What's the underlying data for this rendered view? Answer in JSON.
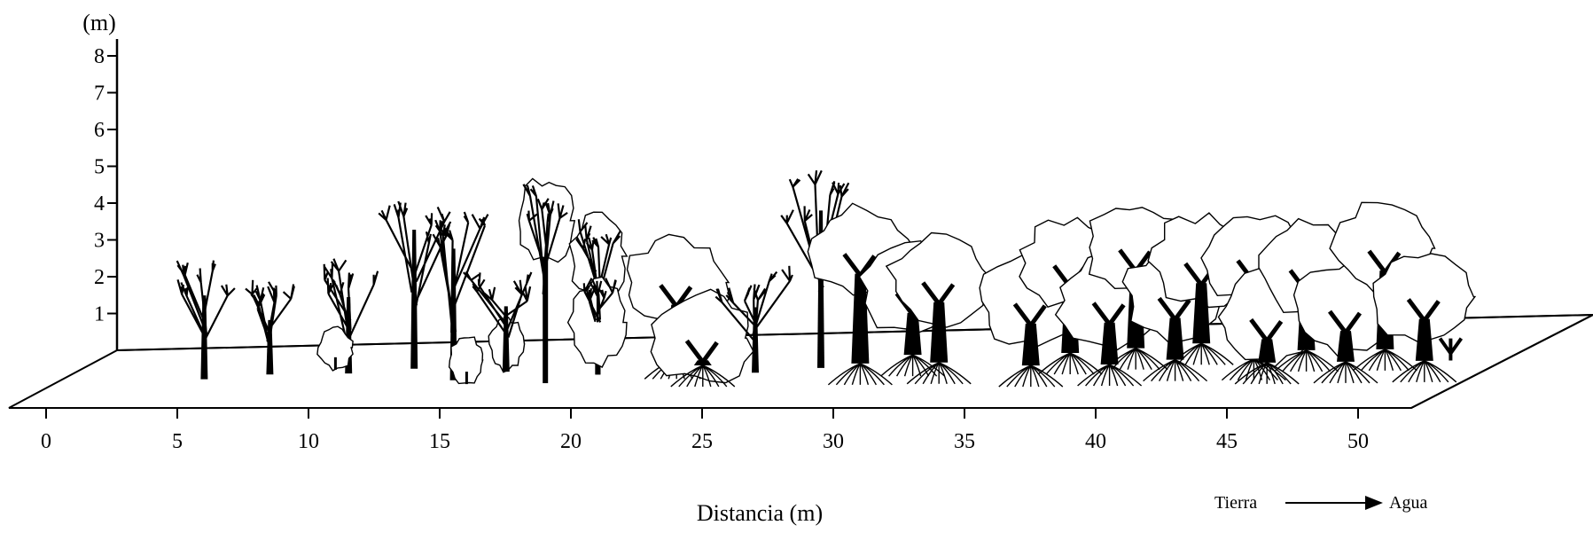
{
  "figure": {
    "y_unit": "(m)",
    "x_label": "Distancia (m)",
    "direction": {
      "from": "Tierra",
      "to": "Agua"
    }
  },
  "axes": {
    "y_ticks": [
      "1",
      "2",
      "3",
      "4",
      "5",
      "6",
      "7",
      "8"
    ],
    "x_ticks": [
      "0",
      "5",
      "10",
      "15",
      "20",
      "25",
      "30",
      "35",
      "40",
      "45",
      "50"
    ],
    "y_range": [
      0,
      8
    ],
    "x_range": [
      0,
      52
    ]
  },
  "vegetation": {
    "style": "line-drawing profile of mangrove and dry-forest trees on a perspective ground strip",
    "plants": [
      {
        "type": "thorny-shrub",
        "x": 4,
        "h": 3.0
      },
      {
        "type": "thorny-shrub",
        "x": 6.5,
        "h": 2.2
      },
      {
        "type": "thorny-shrub",
        "x": 9.5,
        "h": 2.8
      },
      {
        "type": "bush",
        "x": 9,
        "h": 1.2
      },
      {
        "type": "bare-tree",
        "x": 12,
        "h": 4.5
      },
      {
        "type": "bare-tree",
        "x": 13.5,
        "h": 4.3
      },
      {
        "type": "bush",
        "x": 14,
        "h": 1.3
      },
      {
        "type": "bush",
        "x": 15.5,
        "h": 1.5
      },
      {
        "type": "bare-tree",
        "x": 15.5,
        "h": 2.5
      },
      {
        "type": "canopy-tree",
        "x": 17,
        "h": 5.5
      },
      {
        "type": "canopy-tree",
        "x": 19,
        "h": 4.3
      },
      {
        "type": "canopy-tree",
        "x": 19,
        "h": 2.5
      },
      {
        "type": "mangrove",
        "x": 22,
        "h": 3.8
      },
      {
        "type": "mangrove",
        "x": 23,
        "h": 2.5
      },
      {
        "type": "bare-tree",
        "x": 25,
        "h": 2.5
      },
      {
        "type": "bare-tree",
        "x": 27.5,
        "h": 5.0
      },
      {
        "type": "mangrove",
        "x": 29,
        "h": 4.8
      },
      {
        "type": "mangrove",
        "x": 31,
        "h": 3.5
      },
      {
        "type": "mangrove",
        "x": 32,
        "h": 4.0
      },
      {
        "type": "mangrove",
        "x": 35.5,
        "h": 3.5
      },
      {
        "type": "mangrove",
        "x": 37,
        "h": 4.2
      },
      {
        "type": "mangrove",
        "x": 38.5,
        "h": 3.5
      },
      {
        "type": "mangrove",
        "x": 39.5,
        "h": 4.5
      },
      {
        "type": "mangrove",
        "x": 41,
        "h": 3.5
      },
      {
        "type": "mangrove",
        "x": 42,
        "h": 4.0
      },
      {
        "type": "mangrove",
        "x": 44,
        "h": 4.5
      },
      {
        "type": "mangrove",
        "x": 44.5,
        "h": 3.0
      },
      {
        "type": "mangrove",
        "x": 46,
        "h": 4.0
      },
      {
        "type": "mangrove",
        "x": 47.5,
        "h": 3.2
      },
      {
        "type": "mangrove",
        "x": 49,
        "h": 4.5
      },
      {
        "type": "mangrove",
        "x": 50.5,
        "h": 3.5
      },
      {
        "type": "seedling",
        "x": 51.5,
        "h": 0.6
      }
    ]
  }
}
